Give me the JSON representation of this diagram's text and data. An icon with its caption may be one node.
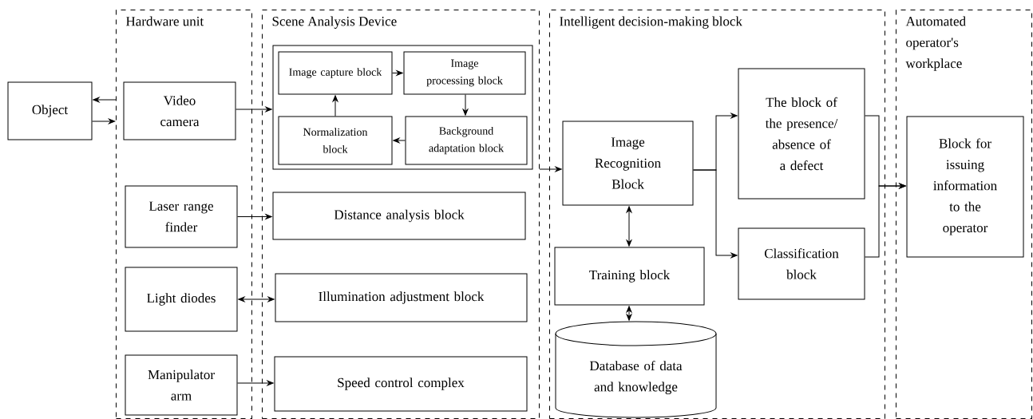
{
  "diagram": {
    "nodes": [
      {
        "text": [
          "Object"
        ]
      },
      {
        "text": [
          "Hardware unit"
        ]
      },
      {
        "text": [
          "Scene Analysis Device"
        ]
      },
      {
        "text": [
          "Intelligent decision-making block"
        ]
      },
      {
        "text": [
          "Automated operator's workplace"
        ]
      },
      {
        "text": [
          "Video camera"
        ],
        "in": 1
      },
      {
        "text": [
          "Laser range finder"
        ],
        "in": 1
      },
      {
        "text": [
          "Light diodes"
        ],
        "in": 1
      },
      {
        "text": [
          "Manipulator arm"
        ],
        "in": 1
      },
      {
        "text": [],
        "shape": "box",
        "in": 2
      },
      {
        "text": [
          "Image capture block"
        ],
        "in": 9
      },
      {
        "text": [
          "Image processing block"
        ],
        "in": 9
      },
      {
        "text": [
          "Normalization block"
        ],
        "in": 9
      },
      {
        "text": [
          "Background adaptation block"
        ],
        "in": 9
      },
      {
        "text": [
          "Distance analysis block"
        ],
        "in": 2
      },
      {
        "text": [
          "Illumination adjustment block"
        ],
        "in": 2
      },
      {
        "text": [
          "Speed control complex"
        ],
        "in": 2
      },
      {
        "text": [
          "Image Recognition Block"
        ],
        "in": 3
      },
      {
        "text": [
          "Training block"
        ],
        "in": 3
      },
      {
        "text": [
          "Database of data and knowledge"
        ],
        "in": 3
      },
      {
        "text": [
          "The block of the presence/ absence of a defect"
        ],
        "in": 3
      },
      {
        "text": [
          "Classification block"
        ],
        "in": 3
      },
      {
        "text": [
          "Block for issuing information to the operator"
        ],
        "in": 4
      }
    ],
    "edges": [
      {
        "from": 1,
        "to": 0,
        "arrow": "to"
      },
      {
        "from": 0,
        "to": 1,
        "arrow": "to"
      },
      {
        "from": 5,
        "to": 9,
        "arrow": "to"
      },
      {
        "from": 6,
        "to": 14,
        "arrow": "to"
      },
      {
        "from": 7,
        "to": 15,
        "arrow": "both"
      },
      {
        "from": 8,
        "to": 16,
        "arrow": "to"
      },
      {
        "from": 10,
        "to": 11,
        "arrow": "to"
      },
      {
        "from": 11,
        "to": 13,
        "arrow": "to"
      },
      {
        "from": 13,
        "to": 12,
        "arrow": "to"
      },
      {
        "from": 12,
        "to": 10,
        "arrow": "to"
      },
      {
        "from": 2,
        "to": 17,
        "arrow": "to"
      },
      {
        "from": 17,
        "to": 18,
        "arrow": "both"
      },
      {
        "from": 18,
        "to": 19,
        "arrow": "both"
      },
      {
        "from": 17,
        "to": 20,
        "arrow": "to"
      },
      {
        "from": 17,
        "to": 21,
        "arrow": "to"
      },
      {
        "from": 20,
        "to": 22,
        "arrow": "to"
      },
      {
        "from": 21,
        "to": 22,
        "arrow": "to"
      }
    ]
  }
}
